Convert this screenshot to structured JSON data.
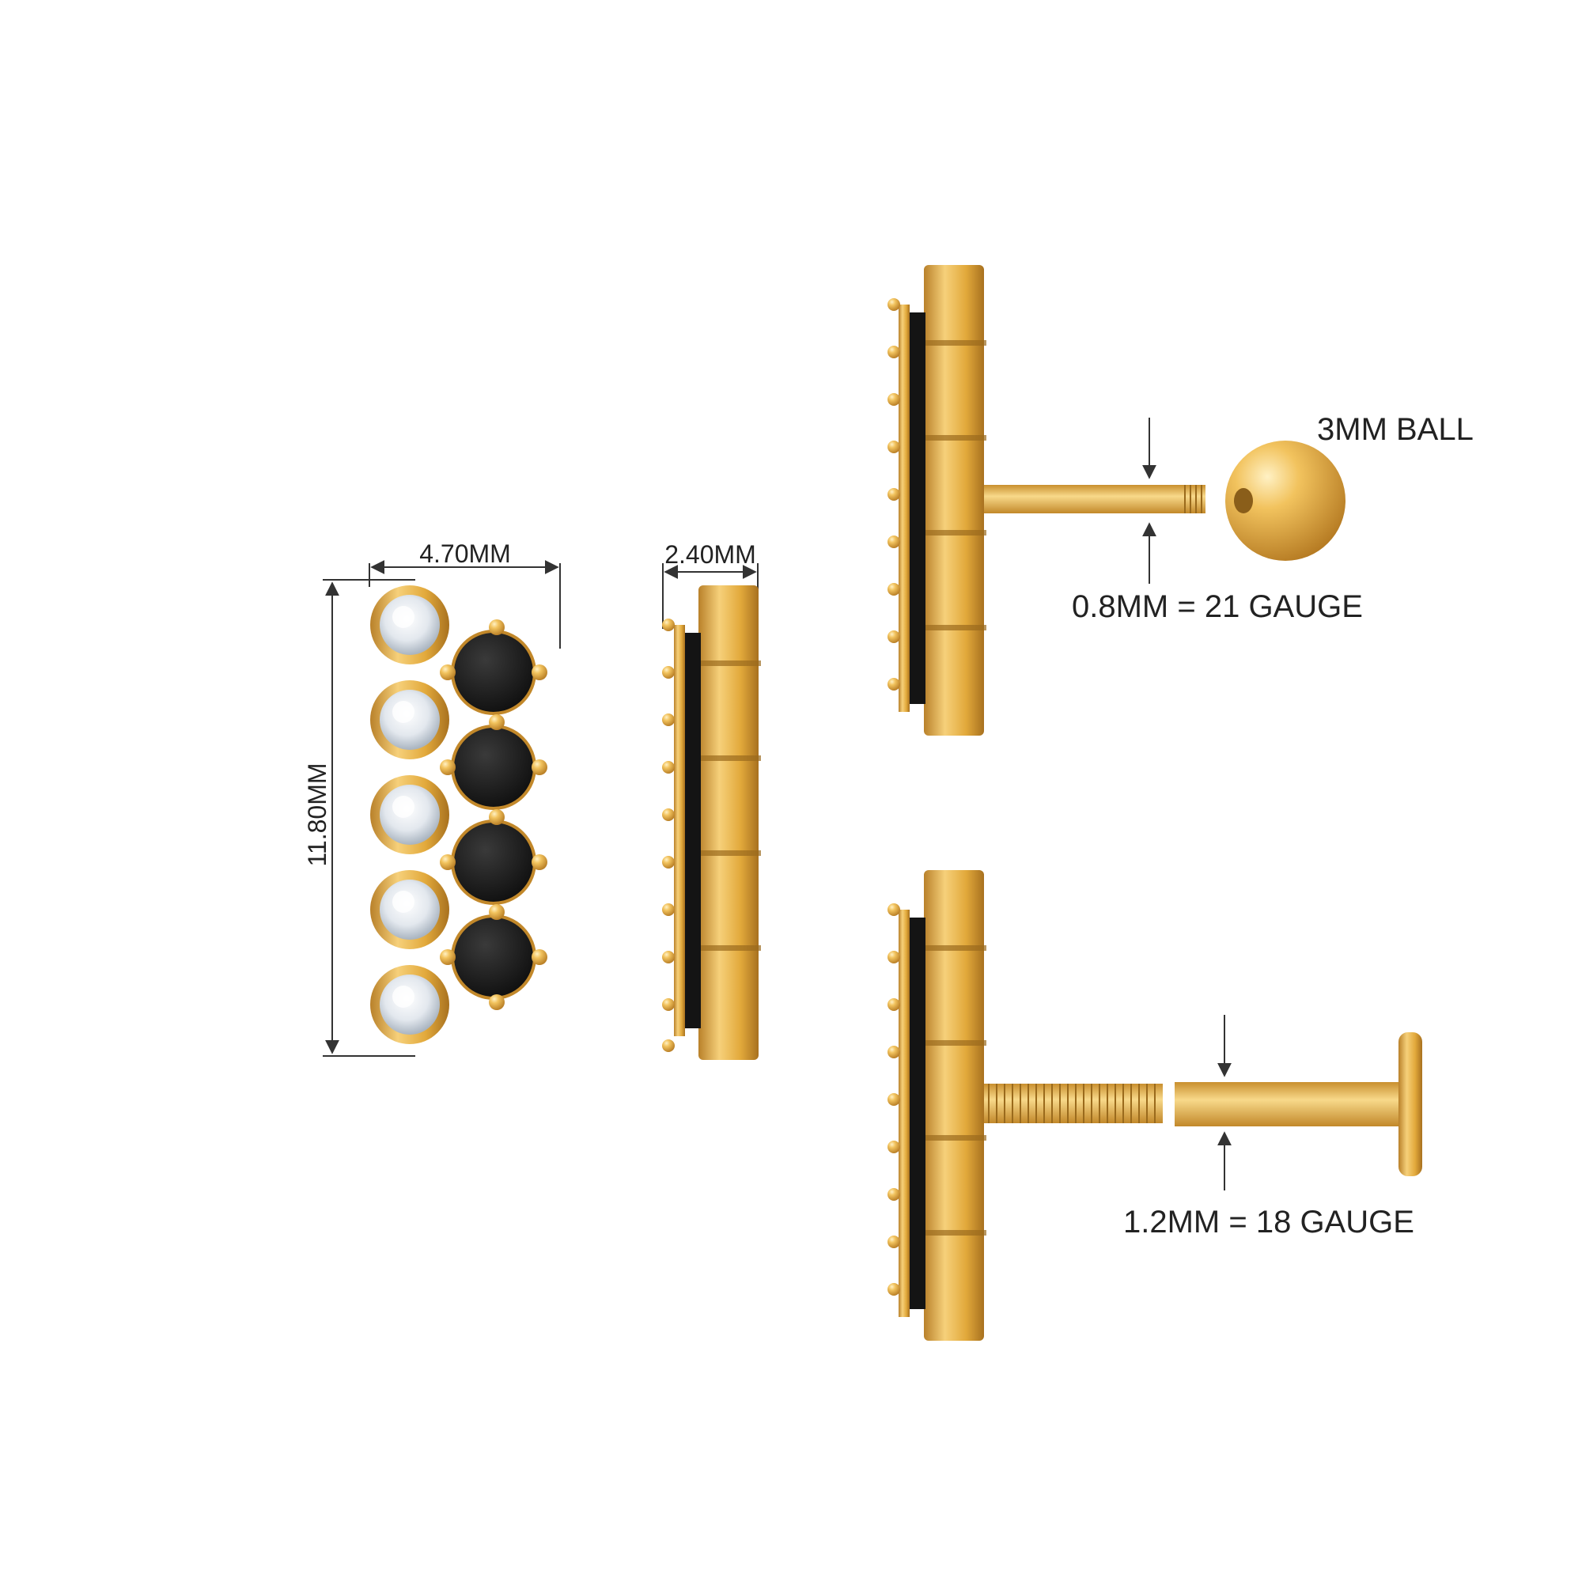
{
  "colors": {
    "gold": "#E2A93B",
    "gold_light": "#F6D07A",
    "gold_dark": "#B9812A",
    "black_stone": "#1A1A1A",
    "white_stone": "#EEF2F6",
    "dimension_line": "#333333",
    "background": "#FFFFFF"
  },
  "dimensions": {
    "width": "4.70MM",
    "height": "11.80MM",
    "depth": "2.40MM"
  },
  "ball_back": {
    "ball_label": "3MM BALL",
    "gauge_label": "0.8MM = 21 GAUGE"
  },
  "flat_back": {
    "gauge_label": "1.2MM = 18 GAUGE"
  },
  "icons": [
    "diamond-stone-icon",
    "black-stone-icon",
    "gold-bezel-icon",
    "arrow-icon"
  ]
}
